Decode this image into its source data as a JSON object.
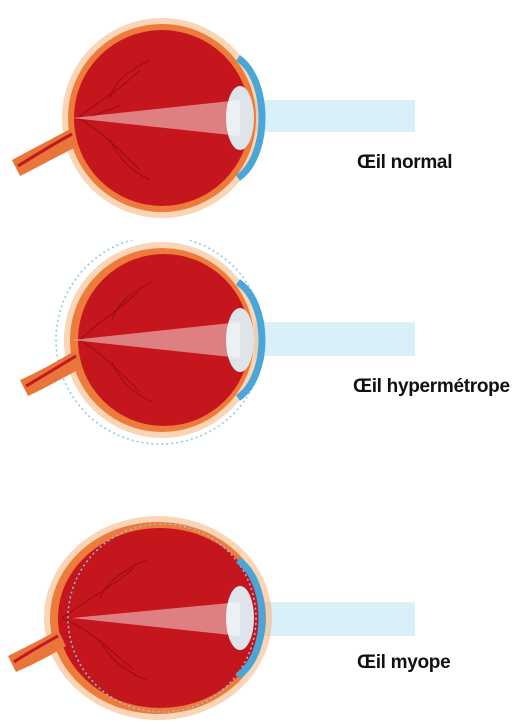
{
  "diagrams": [
    {
      "id": "normal",
      "caption": "Œil normal"
    },
    {
      "id": "hyperopia",
      "caption": "Œil hypermétrope"
    },
    {
      "id": "myopia",
      "caption": "Œil myope"
    }
  ],
  "colors": {
    "eyeball_interior": "#c4161c",
    "eyeball_dark": "#a70e14",
    "sclera_outer": "#f6b27a",
    "sclera_ring": "#ee7a3c",
    "vessels": "#8e0a10",
    "lens": "#dfe3ea",
    "cornea": "#4aa6d8",
    "light_beam": "#d6eef7",
    "optic_nerve": "#e8763a",
    "outline_dotted": "#8cc6e6"
  }
}
